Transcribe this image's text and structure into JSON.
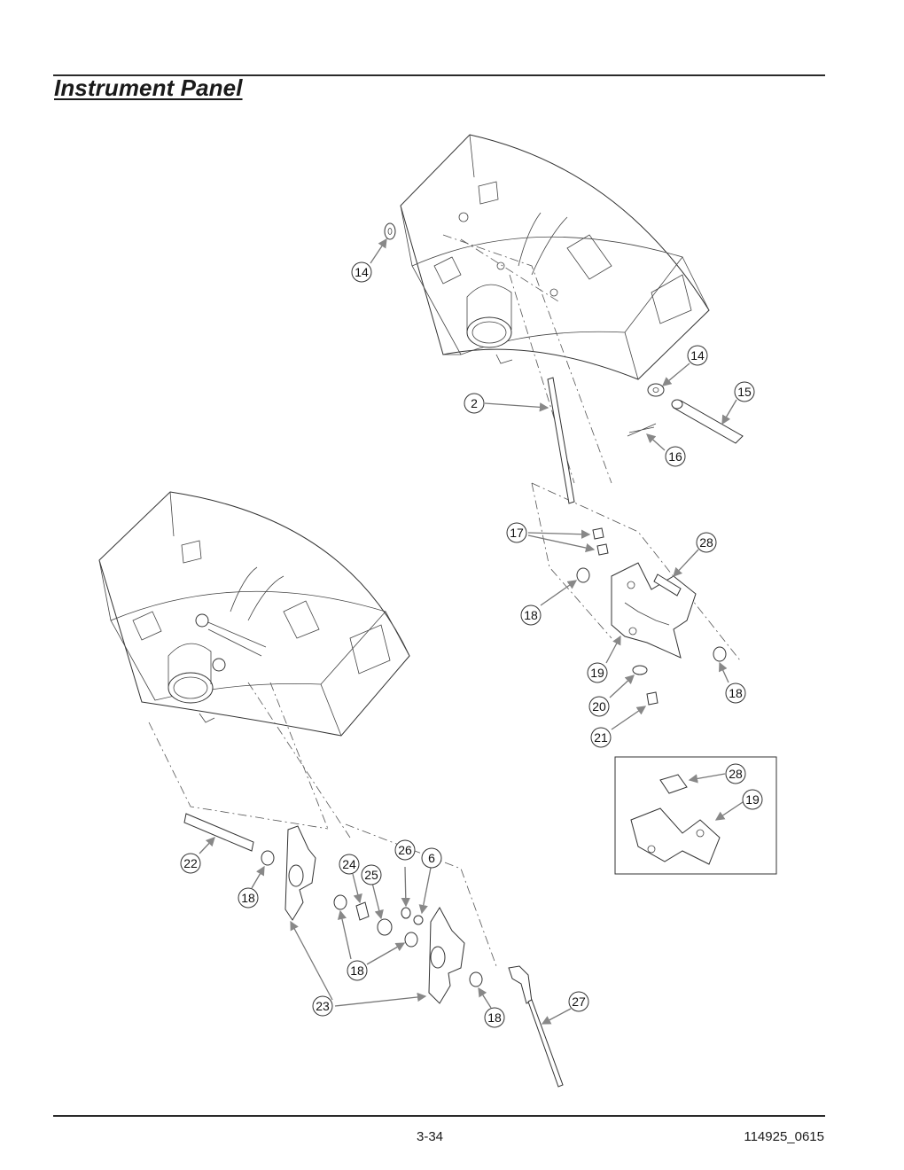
{
  "header": {
    "title": "Instrument Panel"
  },
  "footer": {
    "page_number": "3-34",
    "doc_code": "114925_0615"
  },
  "callouts": {
    "c14a": "14",
    "c14b": "14",
    "c15": "15",
    "c16": "16",
    "c2": "2",
    "c17": "17",
    "c28": "28",
    "c18a": "18",
    "c19": "19",
    "c18b": "18",
    "c20": "20",
    "c21": "21",
    "c28i": "28",
    "c19i": "19",
    "c22": "22",
    "c18c": "18",
    "c24": "24",
    "c26": "26",
    "c6": "6",
    "c25": "25",
    "c18d": "18",
    "c23": "23",
    "c18e": "18",
    "c27": "27"
  },
  "colors": {
    "line": "#333333",
    "fill": "#ffffff",
    "arrow": "#888888"
  }
}
